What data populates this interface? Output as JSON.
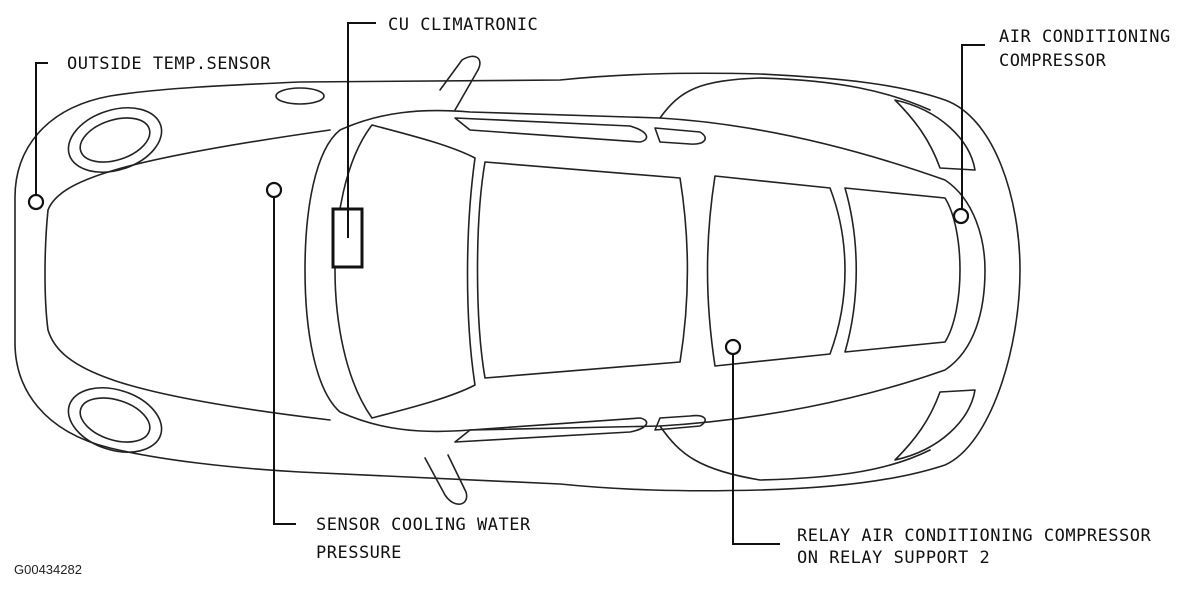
{
  "labels": {
    "outside_temp_sensor": "OUTSIDE TEMP.SENSOR",
    "cu_climatronic": "CU CLIMATRONIC",
    "ac_compressor_line1": "AIR CONDITIONING",
    "ac_compressor_line2": "COMPRESSOR",
    "sensor_cooling_line1": "SENSOR COOLING WATER",
    "sensor_cooling_line2": "PRESSURE",
    "relay_line1": "RELAY AIR CONDITIONING COMPRESSOR",
    "relay_line2": "ON RELAY SUPPORT 2"
  },
  "figure_id": "G00434282"
}
